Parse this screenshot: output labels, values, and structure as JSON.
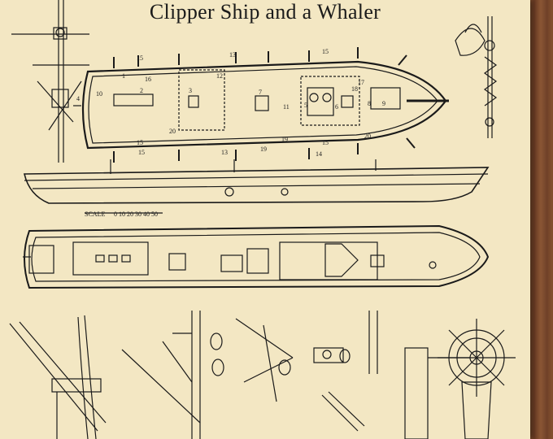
{
  "title": "Clipper Ship and a Whaler",
  "scale_label": "SCALE",
  "scale_numbers": "0  10  20  30  40  50",
  "plan_numbers": [
    "15",
    "13",
    "15",
    "15",
    "1",
    "16",
    "2",
    "3",
    "12",
    "7",
    "10",
    "4",
    "5",
    "18",
    "17",
    "8",
    "9",
    "19",
    "20",
    "20",
    "19",
    "11",
    "14",
    "15",
    "15",
    "13",
    "6"
  ],
  "colors": {
    "paper": "#f3e7c3",
    "ink": "#1a1a1a",
    "wood": "#7a4a30"
  }
}
